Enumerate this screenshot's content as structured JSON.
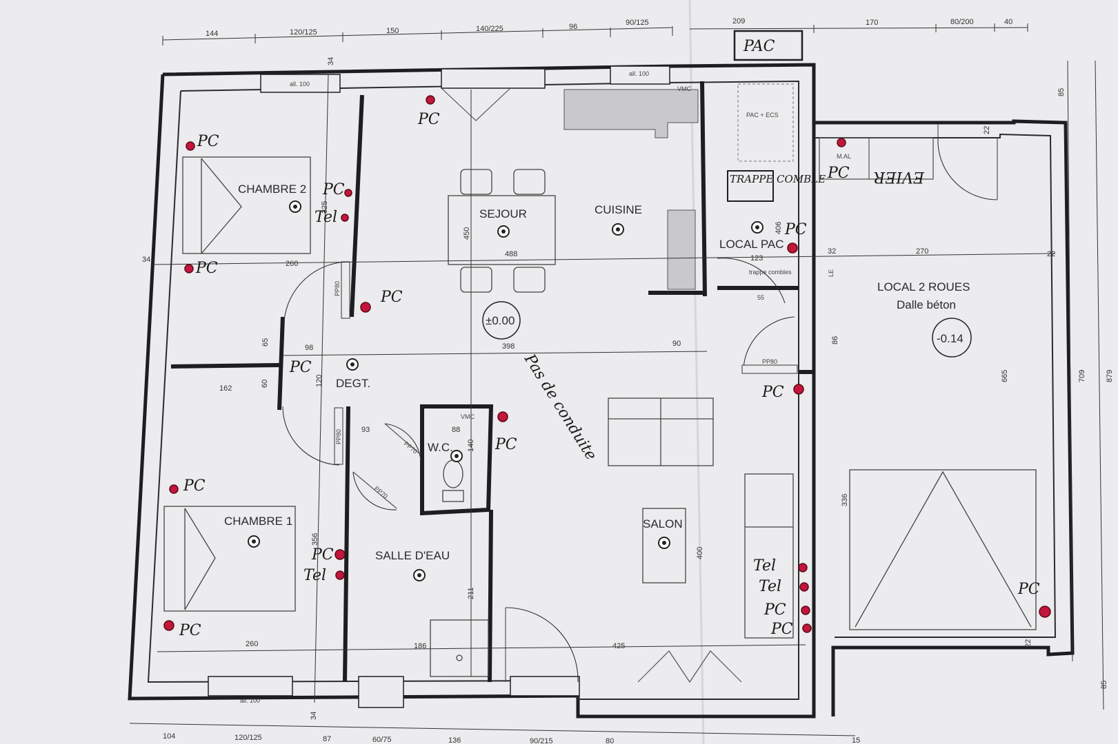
{
  "rooms": {
    "chambre2": "CHAMBRE 2",
    "chambre1": "CHAMBRE 1",
    "sejour": "SEJOUR",
    "cuisine": "CUISINE",
    "local_pac": "LOCAL PAC",
    "local_2_roues": "LOCAL 2 ROUES",
    "dalle_beton": "Dalle béton",
    "degt": "DEGT.",
    "wc": "W.C.",
    "salle_deau": "SALLE D'EAU",
    "salon": "SALON"
  },
  "levels": {
    "main": "±0.00",
    "garage": "-0.14"
  },
  "labels": {
    "pac_box": "PAC",
    "trappe_comble": "TRAPPE COMBLE",
    "pac_ecs": "PAC + ECS",
    "mal": "M.AL",
    "vmc": "VMC",
    "trappe_combles_text": "trappe combles",
    "trappe_55": "55",
    "le": "LE",
    "all_100": "all. 100",
    "pp80": "PP80",
    "pp70": "PP70"
  },
  "handwriting": {
    "pc": "PC",
    "tel": "Tel",
    "evier_mirrored": "EVIER",
    "pas_de_conduite": "Pas de conduite"
  },
  "dimensions": {
    "top": [
      "144",
      "120/125",
      "150",
      "140/225",
      "96",
      "90/125",
      "209",
      "170",
      "80/200",
      "40"
    ],
    "bottom": [
      "104",
      "120/125",
      "87",
      "60/75",
      "136",
      "90/215",
      "80",
      "15"
    ],
    "right": [
      "85",
      "709",
      "879",
      "85"
    ],
    "d_34_top": "34",
    "d_34_left": "34",
    "d_34_bottom": "34",
    "d_325": "325",
    "d_260_top": "260",
    "d_260_bottom": "260",
    "d_450": "450",
    "d_488": "488",
    "d_406": "406",
    "d_123": "123",
    "d_32": "32",
    "d_270": "270",
    "d_22_right": "22",
    "d_22_top": "22",
    "d_22_bottom": "22",
    "d_65": "65",
    "d_98": "98",
    "d_398": "398",
    "d_90": "90",
    "d_86": "86",
    "d_665": "665",
    "d_162": "162",
    "d_60": "60",
    "d_120": "120",
    "d_93": "93",
    "d_88": "88",
    "d_140": "140",
    "d_336": "336",
    "d_356": "356",
    "d_400": "400",
    "d_211": "211",
    "d_186": "186",
    "d_425": "425"
  }
}
